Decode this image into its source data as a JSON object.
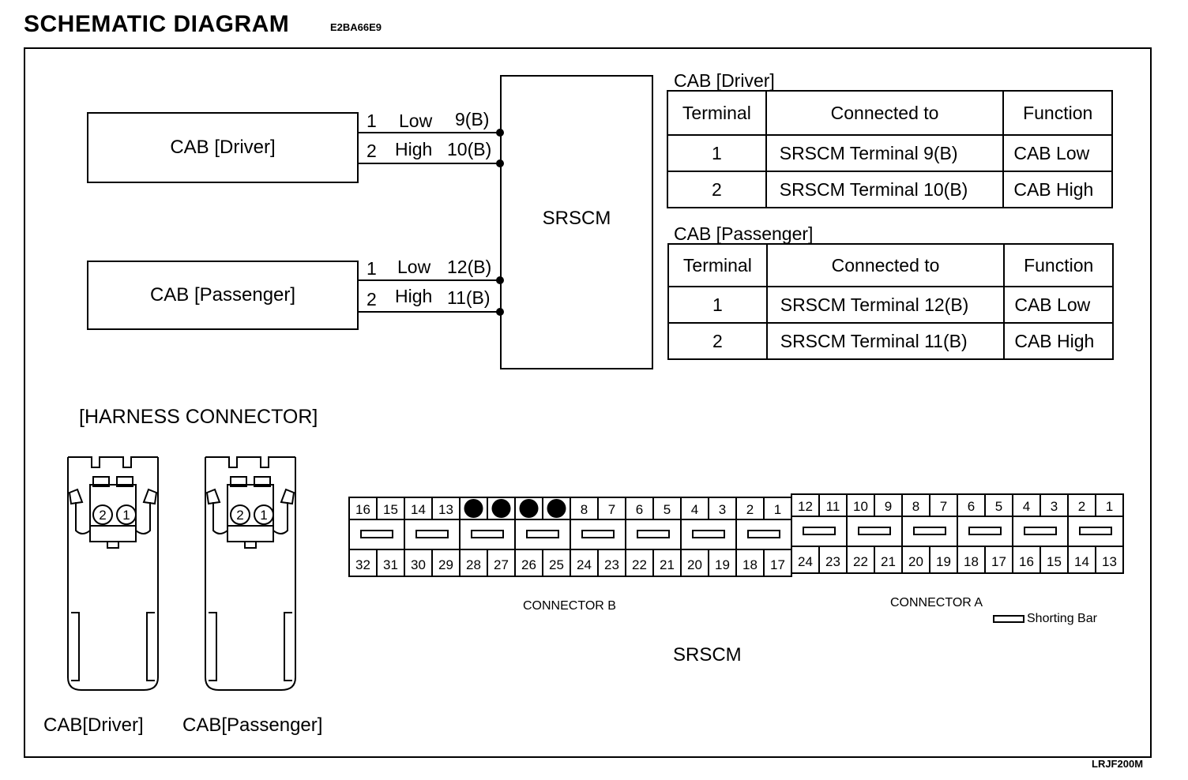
{
  "header": {
    "title": "SCHEMATIC  DIAGRAM",
    "code": "E2BA66E9"
  },
  "footer": {
    "code": "LRJF200M"
  },
  "schematic": {
    "driver_box": "CAB [Driver]",
    "passenger_box": "CAB [Passenger]",
    "srscm_box": "SRSCM",
    "driver_wires": [
      {
        "pin": "1",
        "name": "Low",
        "term": "9(B)"
      },
      {
        "pin": "2",
        "name": "High",
        "term": "10(B)"
      }
    ],
    "passenger_wires": [
      {
        "pin": "1",
        "name": "Low",
        "term": "12(B)"
      },
      {
        "pin": "2",
        "name": "High",
        "term": "11(B)"
      }
    ]
  },
  "tables": {
    "driver": {
      "title": "CAB [Driver]",
      "headers": [
        "Terminal",
        "Connected to",
        "Function"
      ],
      "rows": [
        [
          "1",
          "SRSCM Terminal 9(B)",
          "CAB Low"
        ],
        [
          "2",
          "SRSCM Terminal 10(B)",
          "CAB High"
        ]
      ]
    },
    "passenger": {
      "title": "CAB [Passenger]",
      "headers": [
        "Terminal",
        "Connected to",
        "Function"
      ],
      "rows": [
        [
          "1",
          "SRSCM Terminal 12(B)",
          "CAB Low"
        ],
        [
          "2",
          "SRSCM Terminal 11(B)",
          "CAB High"
        ]
      ]
    }
  },
  "harness": {
    "title": "[HARNESS CONNECTOR]",
    "driver_label": "CAB[Driver]",
    "passenger_label": "CAB[Passenger]",
    "pin_labels": [
      "2",
      "1"
    ]
  },
  "srscm_connector": {
    "connector_b_label": "CONNECTOR B",
    "connector_a_label": "CONNECTOR A",
    "legend_label": "Shorting Bar",
    "srscm_label": "SRSCM",
    "connector_b_top": [
      "16",
      "15",
      "14",
      "13",
      "",
      "",
      "",
      "",
      "8",
      "7",
      "6",
      "5",
      "4",
      "3",
      "2",
      "1"
    ],
    "connector_b_top_filled": [
      false,
      false,
      false,
      false,
      true,
      true,
      true,
      true,
      false,
      false,
      false,
      false,
      false,
      false,
      false,
      false
    ],
    "connector_b_bottom": [
      "32",
      "31",
      "30",
      "29",
      "28",
      "27",
      "26",
      "25",
      "24",
      "23",
      "22",
      "21",
      "20",
      "19",
      "18",
      "17"
    ],
    "connector_a_top": [
      "12",
      "11",
      "10",
      "9",
      "8",
      "7",
      "6",
      "5",
      "4",
      "3",
      "2",
      "1"
    ],
    "connector_a_bottom": [
      "24",
      "23",
      "22",
      "21",
      "20",
      "19",
      "18",
      "17",
      "16",
      "15",
      "14",
      "13"
    ]
  }
}
